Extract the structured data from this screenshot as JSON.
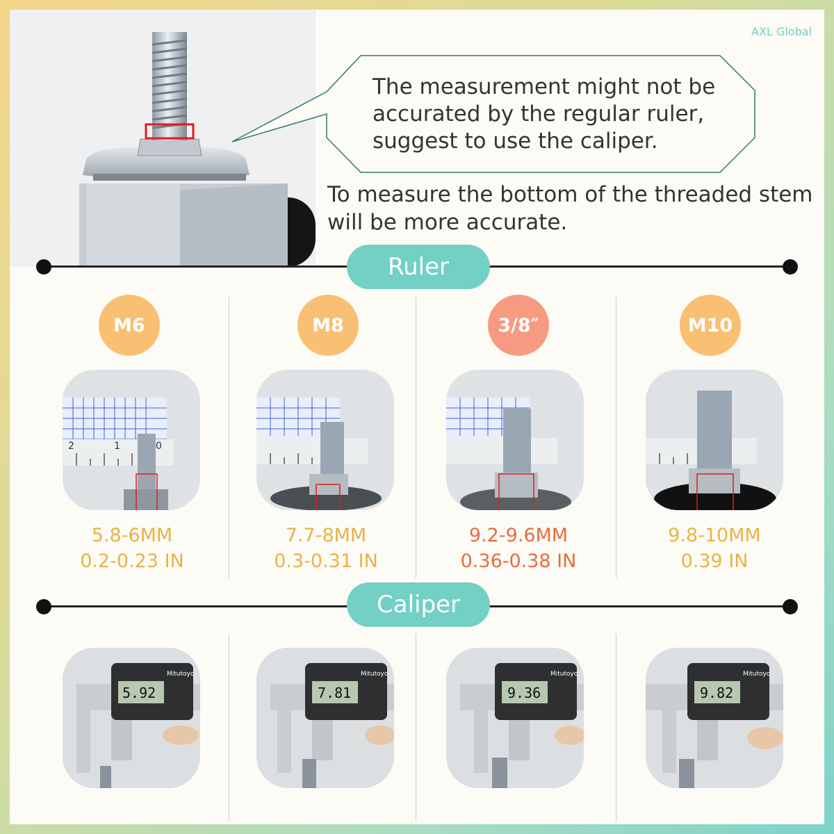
{
  "brand": "AXL Global",
  "callout": {
    "line1": "The measurement might not be",
    "line2": "accurated by the regular ruler,",
    "line3": "suggest to use the caliper."
  },
  "note": {
    "line1": "To measure the bottom of the threaded stem",
    "line2": "will be more accurate."
  },
  "sections": {
    "ruler": "Ruler",
    "caliper": "Caliper"
  },
  "sizes": [
    {
      "label": "M6",
      "color": "#f9bf72",
      "mm": "5.8-6MM",
      "inch": "0.2-0.23 IN",
      "text_color": "#e7b444",
      "caliper_reading": "5.92"
    },
    {
      "label": "M8",
      "color": "#f9bf72",
      "mm": "7.7-8MM",
      "inch": "0.3-0.31 IN",
      "text_color": "#e7b444",
      "caliper_reading": "7.81"
    },
    {
      "label": "3/8″",
      "color": "#f79a82",
      "mm": "9.2-9.6MM",
      "inch": "0.36-0.38 IN",
      "text_color": "#e56d3e",
      "caliper_reading": "9.36"
    },
    {
      "label": "M10",
      "color": "#f9bf72",
      "mm": "9.8-10MM",
      "inch": "0.39 IN",
      "text_color": "#e7b444",
      "caliper_reading": "9.82"
    }
  ],
  "ruler_ticks": {
    "t0": "0",
    "t1": "1",
    "t2": "2"
  },
  "caliper_brand": "Mitutoyo",
  "colors": {
    "accent": "#72d0c4",
    "line": "#222222"
  }
}
